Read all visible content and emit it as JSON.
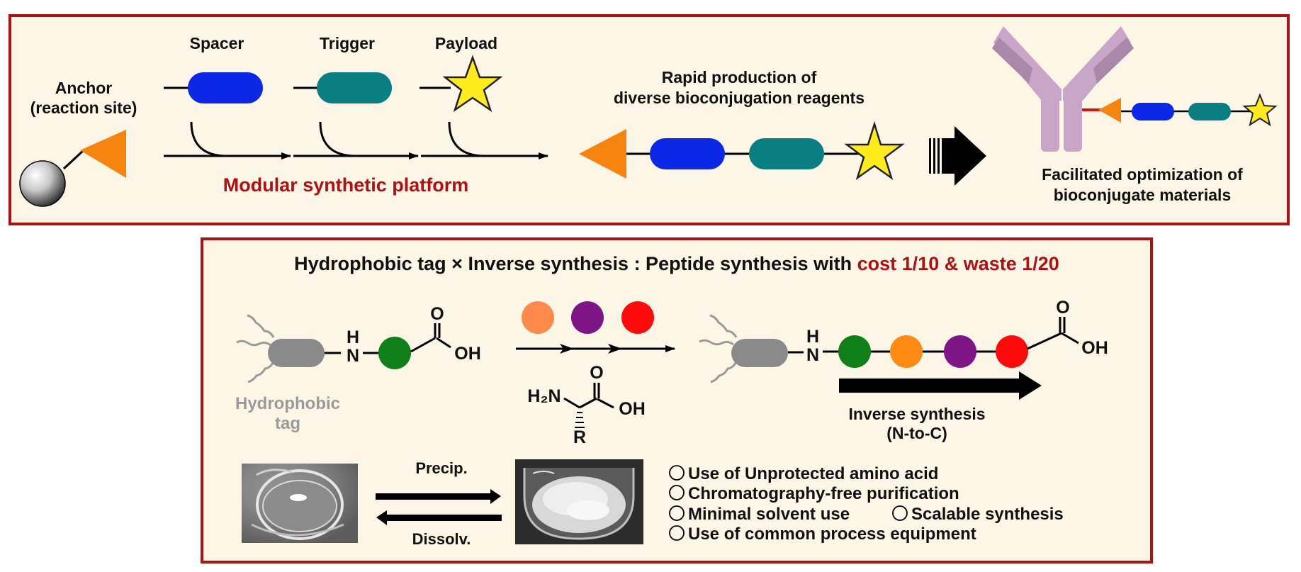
{
  "top_panel": {
    "anchor_label_line1": "Anchor",
    "anchor_label_line2": "(reaction site)",
    "spacer_label": "Spacer",
    "trigger_label": "Trigger",
    "payload_label": "Payload",
    "platform_label": "Modular synthetic platform",
    "rapid_line1": "Rapid production of",
    "rapid_line2": "diverse bioconjugation reagents",
    "facilitated_line1": "Facilitated optimization of",
    "facilitated_line2": "bioconjugate materials"
  },
  "bottom_panel": {
    "title_main": "Hydrophobic tag × Inverse synthesis :  Peptide synthesis with ",
    "title_highlight": "cost 1/10 & waste 1/20",
    "nh_h": "H",
    "nh_n": "N",
    "oh": "OH",
    "o": "O",
    "h2n": "H₂N",
    "r": "R",
    "hydrophobic_line1": "Hydrophobic",
    "hydrophobic_line2": "tag",
    "inverse_line1": "Inverse synthesis",
    "inverse_line2": "(N-to-C)",
    "precip_label": "Precip.",
    "dissolv_label": "Dissolv.",
    "features": [
      "Use of Unprotected amino acid",
      "Chromatography-free purification",
      "Minimal solvent use",
      "Scalable synthesis",
      "Use of common process equipment"
    ]
  },
  "colors": {
    "panel_bg": "#fcf6e7",
    "panel_border": "#b01010",
    "spacer_blue": "#0a28e6",
    "trigger_teal": "#0a7f82",
    "payload_yellow": "#ffec1a",
    "anchor_orange": "#f6850f",
    "antibody": "#c8a6c8",
    "green": "#0f7f18",
    "orange": "#ff8a14",
    "purple": "#7d1587",
    "red": "#ff0a0a",
    "tag_gray": "#8a8a8a"
  }
}
